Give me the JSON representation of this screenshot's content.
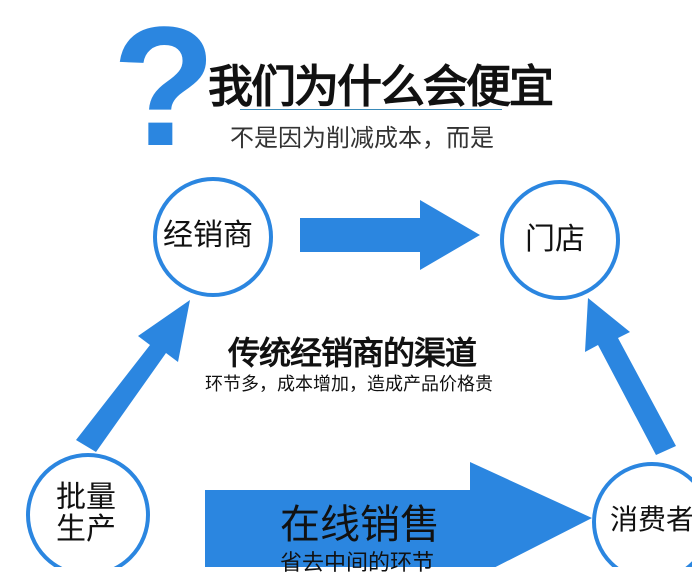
{
  "header": {
    "question_mark": "?",
    "title": "我们为什么会便宜",
    "subtitle": "不是因为削减成本，而是"
  },
  "nodes": {
    "distributor": "经销商",
    "store": "门店",
    "mass_production_1": "批量",
    "mass_production_2": "生产",
    "consumer": "消费者"
  },
  "traditional": {
    "title": "传统经销商的渠道",
    "description": "环节多，成本增加，造成产品价格贵"
  },
  "online": {
    "title": "在线销售",
    "description": "省去中间的环节"
  },
  "colors": {
    "accent": "#2b86e0"
  }
}
